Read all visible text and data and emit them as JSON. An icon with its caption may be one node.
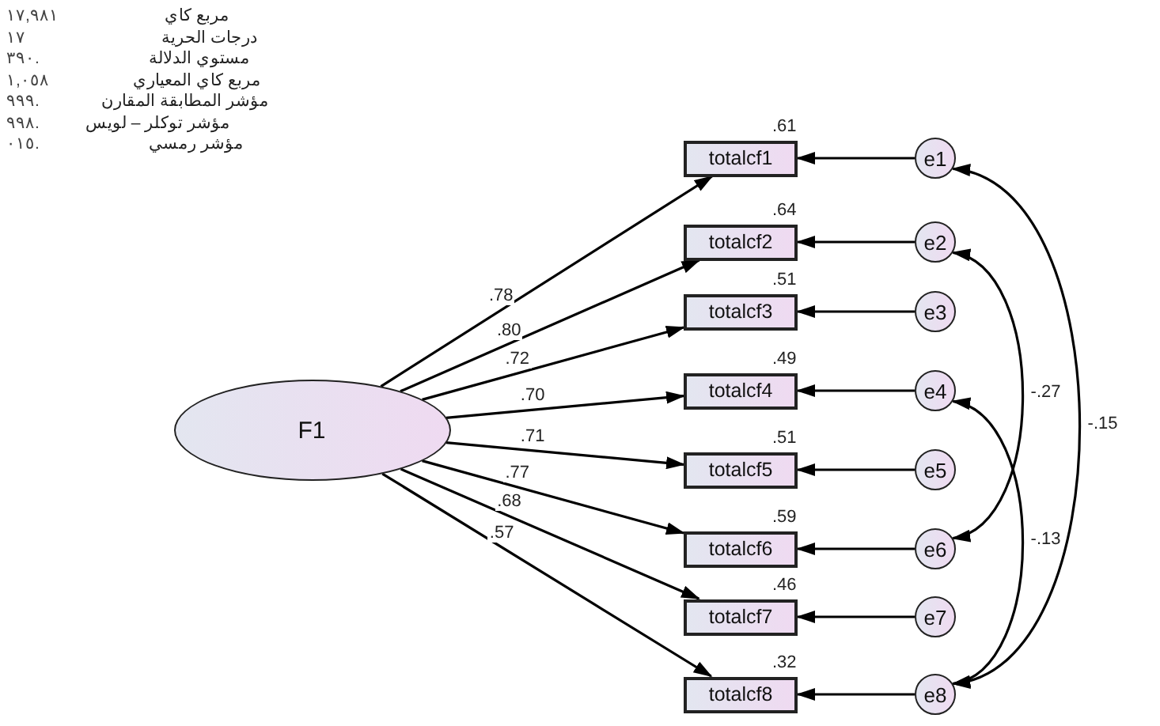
{
  "diagram": {
    "nodes": [
      {
        "text": [
          "F1"
        ]
      },
      {
        "text": [
          "totalcf1"
        ],
        "beside": [
          ".61"
        ]
      },
      {
        "text": [
          "totalcf2"
        ],
        "beside": [
          ".64"
        ]
      },
      {
        "text": [
          "totalcf3"
        ],
        "beside": [
          ".51"
        ]
      },
      {
        "text": [
          "totalcf4"
        ],
        "beside": [
          ".49"
        ]
      },
      {
        "text": [
          "totalcf5"
        ],
        "beside": [
          ".51"
        ]
      },
      {
        "text": [
          "totalcf6"
        ],
        "beside": [
          ".59"
        ]
      },
      {
        "text": [
          "totalcf7"
        ],
        "beside": [
          ".46"
        ]
      },
      {
        "text": [
          "totalcf8"
        ],
        "beside": [
          ".32"
        ]
      },
      {
        "text": [
          "e1"
        ]
      },
      {
        "text": [
          "e2"
        ]
      },
      {
        "text": [
          "e3"
        ]
      },
      {
        "text": [
          "e4"
        ]
      },
      {
        "text": [
          "e5"
        ]
      },
      {
        "text": [
          "e6"
        ]
      },
      {
        "text": [
          "e7"
        ]
      },
      {
        "text": [
          "e8"
        ]
      }
    ],
    "edges": [
      {
        "from": 0,
        "to": 1,
        "arrow": "to",
        "label": ".78"
      },
      {
        "from": 0,
        "to": 2,
        "arrow": "to",
        "label": ".80"
      },
      {
        "from": 0,
        "to": 3,
        "arrow": "to",
        "label": ".72"
      },
      {
        "from": 0,
        "to": 4,
        "arrow": "to",
        "label": ".70"
      },
      {
        "from": 0,
        "to": 5,
        "arrow": "to",
        "label": ".71"
      },
      {
        "from": 0,
        "to": 6,
        "arrow": "to",
        "label": ".77"
      },
      {
        "from": 0,
        "to": 7,
        "arrow": "to",
        "label": ".68"
      },
      {
        "from": 0,
        "to": 8,
        "arrow": "to",
        "label": ".57"
      },
      {
        "from": 9,
        "to": 1,
        "arrow": "to"
      },
      {
        "from": 10,
        "to": 2,
        "arrow": "to"
      },
      {
        "from": 11,
        "to": 3,
        "arrow": "to"
      },
      {
        "from": 12,
        "to": 4,
        "arrow": "to"
      },
      {
        "from": 13,
        "to": 5,
        "arrow": "to"
      },
      {
        "from": 14,
        "to": 6,
        "arrow": "to"
      },
      {
        "from": 15,
        "to": 7,
        "arrow": "to"
      },
      {
        "from": 16,
        "to": 8,
        "arrow": "to"
      },
      {
        "from": 10,
        "to": 14,
        "arrow": "both",
        "label": "-.27"
      },
      {
        "from": 12,
        "to": 16,
        "arrow": "both",
        "label": "-.13"
      },
      {
        "from": 9,
        "to": 16,
        "arrow": "both",
        "label": "-.15"
      }
    ],
    "labels": [
      "مربع كاي",
      "١٧,٩٨١",
      "درجات الحرية",
      "١٧",
      "مستوي الدلالة",
      "٣٩٠.",
      "مربع كاي المعياري",
      "١,٠٥٨",
      "مؤشر المطابقة المقارن",
      "٩٩٩.",
      "مؤشر توكلر – لويس",
      "٩٩٨.",
      "مؤشر رمسي",
      "٠١٥."
    ]
  }
}
